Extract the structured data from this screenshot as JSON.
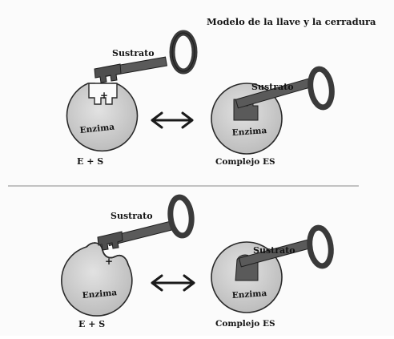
{
  "title": "Modelo de la llave y la cerradura",
  "top": {
    "left_substrate": "Sustrato",
    "left_enzyme": "Enzima",
    "left_plus": "+",
    "left_caption": "E + S",
    "right_substrate": "Sustrato",
    "right_enzyme": "Enzima",
    "right_caption": "Complejo ES"
  },
  "bottom": {
    "left_substrate": "Sustrato",
    "left_enzyme": "Enzima",
    "left_plus": "+",
    "left_caption": "E + S",
    "right_substrate": "Sustrato",
    "right_enzyme": "Enzima",
    "right_caption": "Complejo ES"
  },
  "colors": {
    "enzyme_fill": "#cfcfcf",
    "key_fill": "#5a5a5a",
    "ink": "#141414",
    "divider": "#8a8a8a"
  }
}
